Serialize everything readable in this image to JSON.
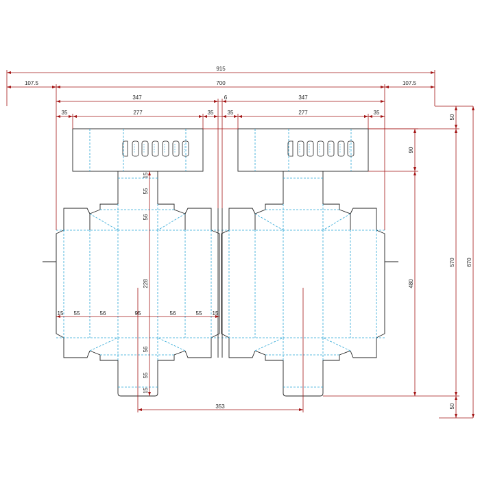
{
  "colors": {
    "cut_line": "#222222",
    "fold_line": "#2aa6d6",
    "dimension_line": "#a31515",
    "background": "#ffffff"
  },
  "dimensions": {
    "overall_width": "915",
    "left_margin": "107.5",
    "sheet_width": "700",
    "right_margin": "107.5",
    "left_blank_width": "347",
    "gap_between_blanks": "6",
    "right_blank_width": "347",
    "left_side_flap_a": "35",
    "left_lid_width": "277",
    "left_side_flap_b": "35",
    "right_side_flap_a": "35",
    "right_lid_width": "277",
    "right_side_flap_b": "35",
    "top_margin": "50",
    "lid_height": "90",
    "body_height": "480",
    "bottom_margin": "50",
    "inner_height": "570",
    "overall_height": "670",
    "tuck_top": "15",
    "flap_top": "55",
    "gusset_top": "56",
    "panel_height": "228",
    "gusset_bottom": "56",
    "flap_bottom": "55",
    "tuck_bottom": "15",
    "row_glue_left": "15",
    "row_side_left": "55",
    "row_gusset_left": "56",
    "row_front": "95",
    "row_gusset_right": "56",
    "row_side_right": "55",
    "row_glue_right": "15",
    "pitch": "353"
  }
}
